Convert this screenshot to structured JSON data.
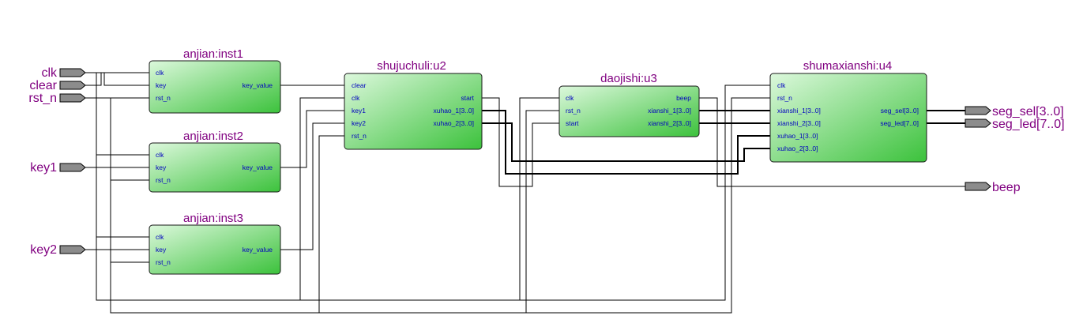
{
  "inputs": [
    {
      "id": "clk",
      "label": "clk"
    },
    {
      "id": "clear",
      "label": "clear"
    },
    {
      "id": "rst_n",
      "label": "rst_n"
    },
    {
      "id": "key1",
      "label": "key1"
    },
    {
      "id": "key2",
      "label": "key2"
    }
  ],
  "outputs": [
    {
      "id": "seg_sel",
      "label": "seg_sel[3..0]"
    },
    {
      "id": "seg_led",
      "label": "seg_led[7..0]"
    },
    {
      "id": "beep",
      "label": "beep"
    }
  ],
  "blocks": [
    {
      "id": "inst1",
      "title": "anjian:inst1",
      "inputs": [
        "clk",
        "key",
        "rst_n"
      ],
      "outputs": [
        "key_value"
      ]
    },
    {
      "id": "inst2",
      "title": "anjian:inst2",
      "inputs": [
        "clk",
        "key",
        "rst_n"
      ],
      "outputs": [
        "key_value"
      ]
    },
    {
      "id": "inst3",
      "title": "anjian:inst3",
      "inputs": [
        "clk",
        "key",
        "rst_n"
      ],
      "outputs": [
        "key_value"
      ]
    },
    {
      "id": "u2",
      "title": "shujuchuli:u2",
      "inputs": [
        "clear",
        "clk",
        "key1",
        "key2",
        "rst_n"
      ],
      "outputs": [
        "start",
        "xuhao_1[3..0]",
        "xuhao_2[3..0]"
      ]
    },
    {
      "id": "u3",
      "title": "daojishi:u3",
      "inputs": [
        "clk",
        "rst_n",
        "start"
      ],
      "outputs": [
        "beep",
        "xianshi_1[3..0]",
        "xianshi_2[3..0]"
      ]
    },
    {
      "id": "u4",
      "title": "shumaxianshi:u4",
      "inputs": [
        "clk",
        "rst_n",
        "xianshi_1[3..0]",
        "xianshi_2[3..0]",
        "xuhao_1[3..0]",
        "xuhao_2[3..0]"
      ],
      "outputs": [
        "seg_sel[3..0]",
        "seg_led[7..0]"
      ]
    }
  ],
  "colors": {
    "block_fill_light": "#dcf8dc",
    "block_fill_dark": "#3cc23c",
    "title_text": "#800080",
    "port_text": "#0000c0",
    "pin_fill": "#8c8c8c",
    "wire": "#000000"
  }
}
